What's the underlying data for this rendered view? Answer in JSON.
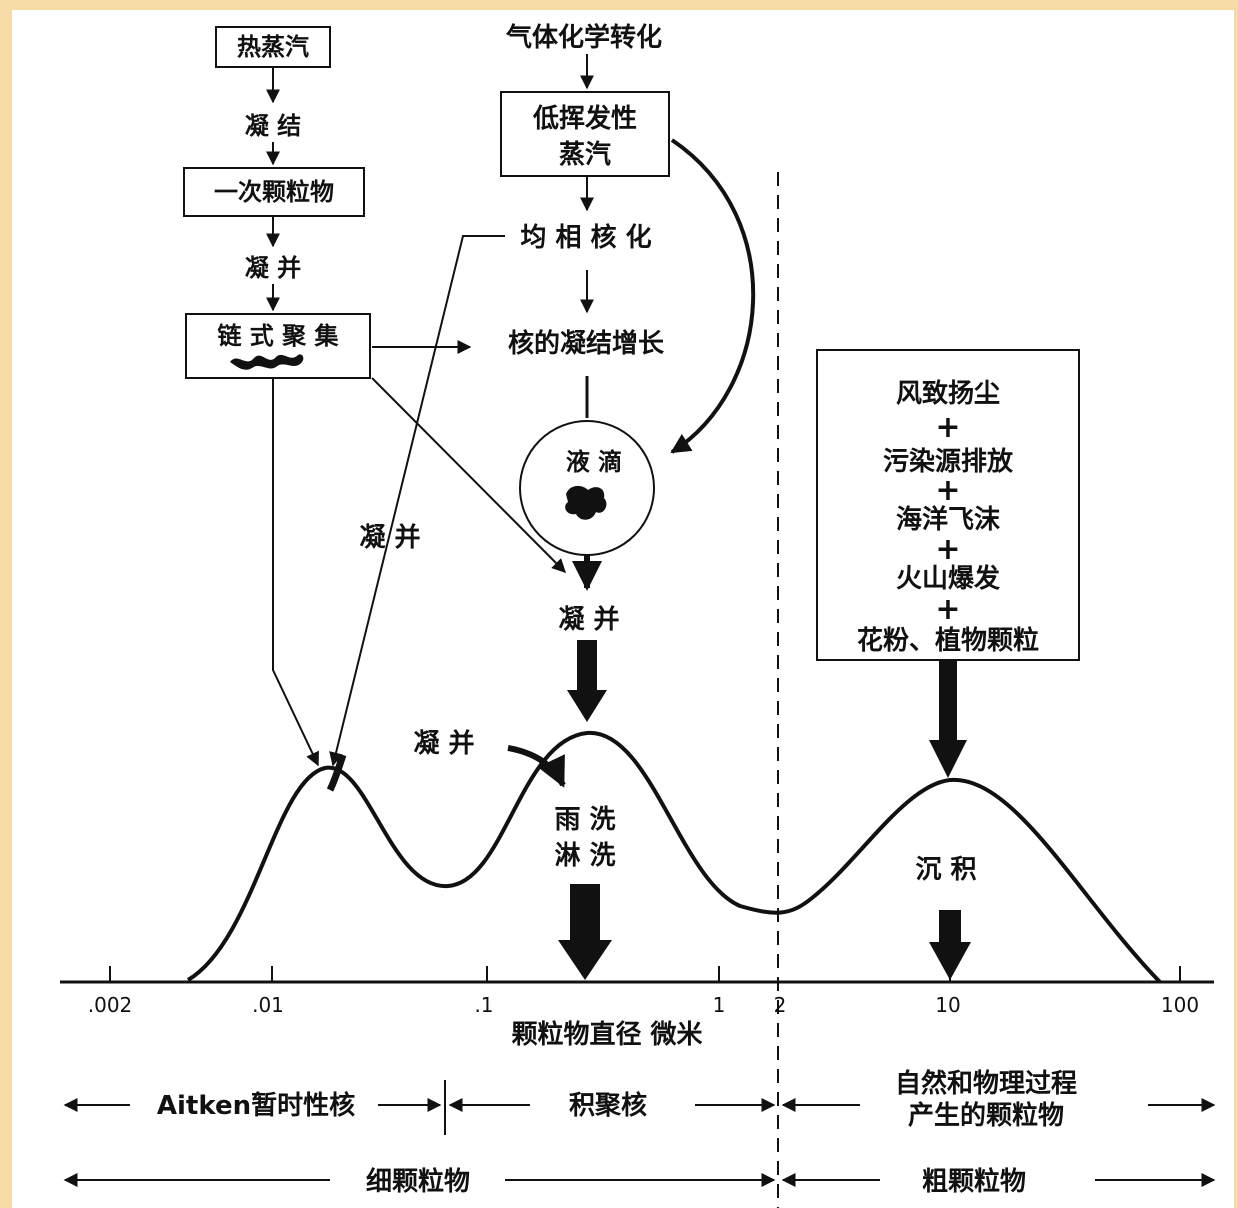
{
  "nodes": {
    "hot_vapor": "热蒸汽",
    "condense": "凝 结",
    "primary_particles": "一次颗粒物",
    "coagulate_1": "凝 并",
    "chain_aggregate": "链 式 聚 集",
    "gas_conversion": "气体化学转化",
    "low_volatility_vapor_line1": "低挥发性",
    "low_volatility_vapor_line2": "蒸汽",
    "homogeneous_nucleation": "均 相 核 化",
    "nucleus_growth": "核的凝结增长",
    "droplet": "液  滴",
    "coagulate_left": "凝  并",
    "coagulate_center": "凝  并",
    "coagulate_bottom": "凝 并",
    "rain_washout": "雨 洗",
    "rain_scavenging": "淋 洗",
    "sedimentation": "沉  积"
  },
  "sources": [
    "风致扬尘",
    "污染源排放",
    "海洋飞沫",
    "火山爆发",
    "花粉、植物颗粒"
  ],
  "plus_sign": "+",
  "axis": {
    "title": "颗粒物直径  微米",
    "ticks": [
      ".002",
      ".01",
      ".1",
      "1",
      "2",
      "10",
      "100"
    ]
  },
  "ranges": {
    "aitken": "Aitken暂时性核",
    "accumulation": "积聚核",
    "natural_line1": "自然和物理过程",
    "natural_line2": "产生的颗粒物",
    "fine": "细颗粒物",
    "coarse": "粗颗粒物"
  }
}
